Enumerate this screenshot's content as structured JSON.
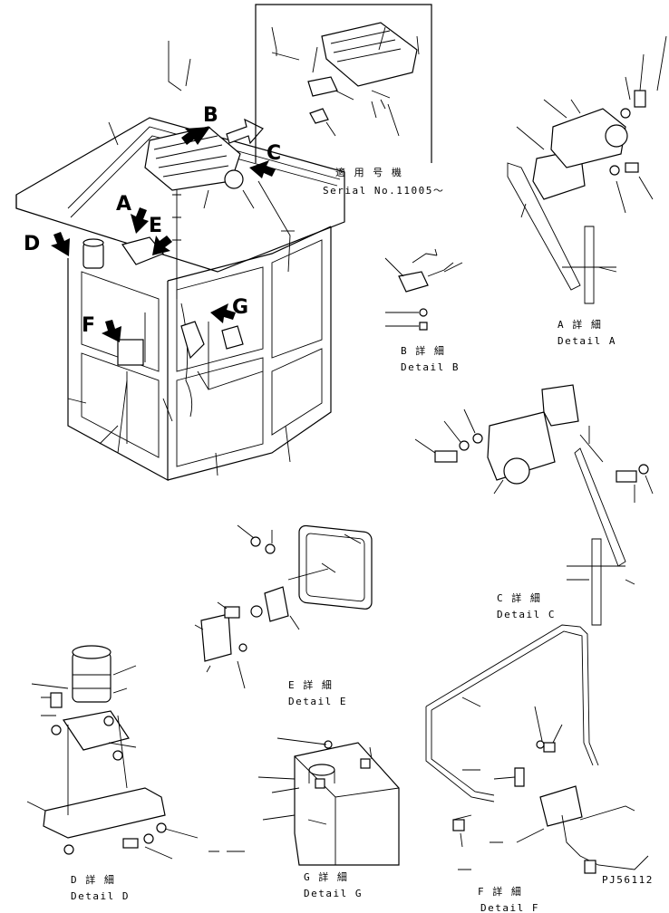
{
  "view_labels": {
    "A": "A",
    "B": "B",
    "C": "C",
    "D": "D",
    "E": "E",
    "F": "F",
    "G": "G"
  },
  "serial_note": {
    "jp": "適 用 号 機",
    "en": "Serial No.11005～"
  },
  "details": {
    "A": {
      "jp": "A 詳 細",
      "en": "Detail A"
    },
    "B": {
      "jp": "B 詳 細",
      "en": "Detail B"
    },
    "C": {
      "jp": "C 詳 細",
      "en": "Detail C"
    },
    "D": {
      "jp": "D 詳 細",
      "en": "Detail D"
    },
    "E": {
      "jp": "E 詳 細",
      "en": "Detail E"
    },
    "F": {
      "jp": "F 詳 細",
      "en": "Detail F"
    },
    "G": {
      "jp": "G 詳 細",
      "en": "Detail G"
    }
  },
  "drawing_number": "PJ56112"
}
